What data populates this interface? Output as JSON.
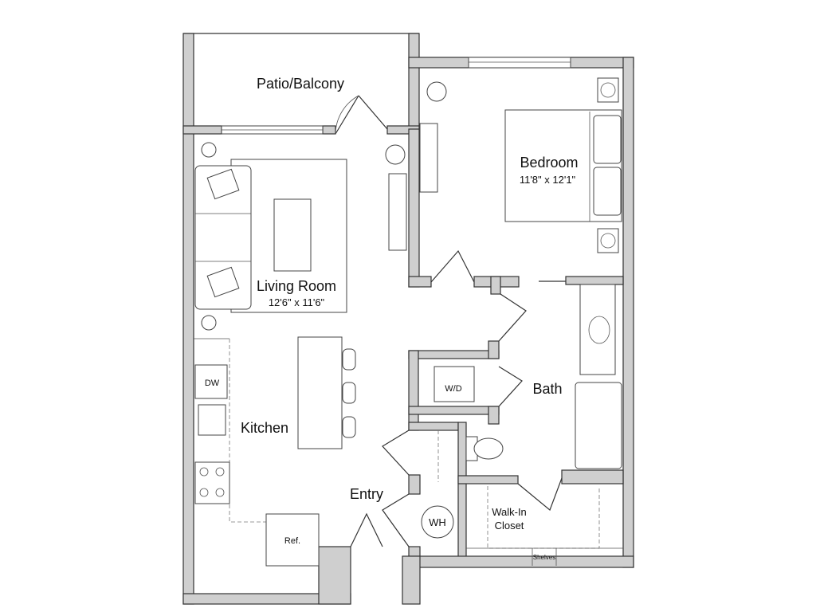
{
  "rooms": {
    "patio": {
      "label": "Patio/Balcony"
    },
    "bedroom": {
      "label": "Bedroom",
      "dimensions": "11'8\" x 12'1\""
    },
    "living": {
      "label": "Living Room",
      "dimensions": "12'6\" x 11'6\""
    },
    "kitchen": {
      "label": "Kitchen"
    },
    "bath": {
      "label": "Bath"
    },
    "entry": {
      "label": "Entry"
    },
    "closet": {
      "label_line1": "Walk-In",
      "label_line2": "Closet"
    }
  },
  "fixtures": {
    "dishwasher": "DW",
    "washer_dryer": "W/D",
    "water_heater": "WH",
    "refrigerator": "Ref.",
    "shelves": "Shelves"
  }
}
